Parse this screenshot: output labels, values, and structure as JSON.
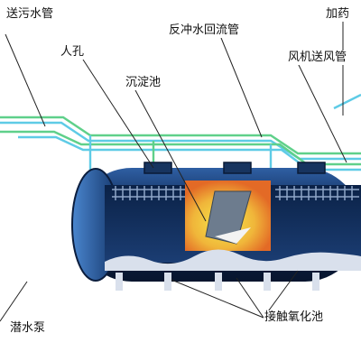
{
  "labels": {
    "sewage_pipe": "送污水管",
    "manhole": "人孔",
    "backwash_pipe": "反冲水回流管",
    "dosing": "加药",
    "blower_pipe": "风机送风管",
    "settling_tank": "沉淀池",
    "submersible_pump": "潜水泵",
    "contact_oxidation_tank": "接触氧化池"
  },
  "colors": {
    "pipe_green": "#5fd08a",
    "pipe_cyan": "#5ecbe6",
    "tank_navy": "#0d2348",
    "tank_blue": "#3f74b8",
    "settling_yellow": "#f2d63a",
    "settling_orange": "#e8762a",
    "sludge": "#d9e0ec"
  }
}
